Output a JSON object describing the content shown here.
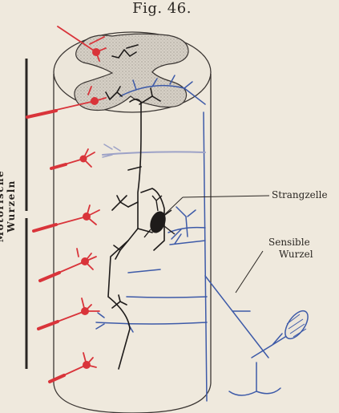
{
  "figure": {
    "title": "Fig. 46.",
    "vertical_label": "Motorische Wurzeln",
    "labels": {
      "strangzelle": "Strangzelle",
      "sensible_line1": "Sensible",
      "sensible_line2": "Wurzel"
    }
  },
  "colors": {
    "background": "#efe9dd",
    "motor": "#d9343a",
    "sensory": "#3d5aa8",
    "cell": "#1e1b1a",
    "outline": "#3a3532",
    "grey_matter": "#c9c3ba"
  }
}
